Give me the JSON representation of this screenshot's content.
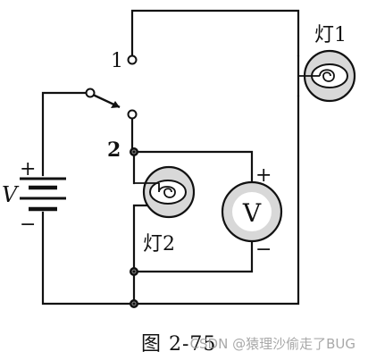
{
  "labels": {
    "terminal_1": "1",
    "terminal_2": "2",
    "lamp_1": "灯1",
    "lamp_2": "灯2",
    "battery": "V",
    "voltmeter": "V",
    "battery_plus": "+",
    "battery_minus": "−",
    "voltmeter_plus": "+",
    "voltmeter_minus": "−"
  },
  "caption": "图 2-75",
  "watermark": "CSDN @猿理沙偷走了BUG"
}
